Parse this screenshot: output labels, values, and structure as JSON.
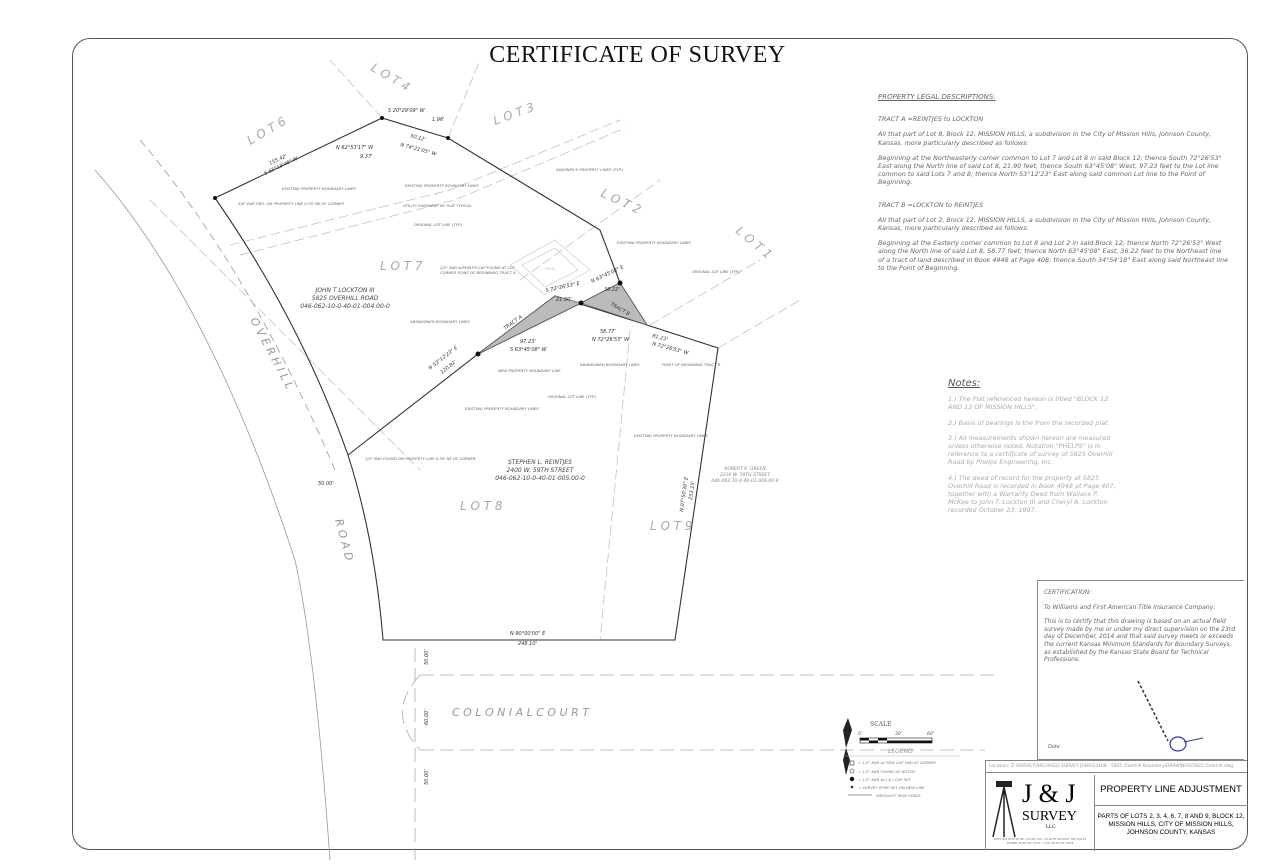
{
  "title": "CERTIFICATE OF SURVEY",
  "legal": {
    "heading": "PROPERTY LEGAL DESCRIPTIONS:",
    "tract_a_title": "TRACT A =REINTJES to LOCKTON",
    "tract_a_p1": "All that part of Lot 8, Block 12, MISSION HILLS, a subdivision in the City of Mission Hills, Johnson County, Kansas, more particularly described as follows:",
    "tract_a_p2": "Beginning at the Northeasterly corner common to Lot 7 and Lot 8 in said Block 12; thence South 72°26'53\" East along the North line of said Lot 8, 21.90 feet; thence South 63°45'08\" West, 97.23 feet to the Lot line common to said Lots 7 and 8; thence North 53°12'23\" East along said common Lot line to the Point of Beginning.",
    "tract_b_title": "TRACT B =LOCKTON to REINTJES",
    "tract_b_p1": "All that part of Lot 2, Block 12, MISSION HILLS, a subdivision in the City of Mission Hills, Johnson County, Kansas, more particularly described as follows:",
    "tract_b_p2": "Beginning at the Easterly corner common to Lot 8 and Lot 2 in said Block 12; thence North 72°26'53\" West along the North line of said Lot 8, 58.77 feet; thence North 63°45'08\" East, 36.22 feet to the Northeast line of a tract of land described in Book 4948 at Page 408; thence South 34°54'18\" East along said Northeast line to the Point of Beginning."
  },
  "notes": {
    "heading": "Notes:",
    "items": [
      "1.) The Plat referenced hereon is titled \"BLOCK 12 AND 13 OF MISSION HILLS\".",
      "2.) Basis of bearings is the from the recorded plat.",
      "3.) All measurements shown hereon are measured unless otherwise noted. Notation \"PHELPS\" is in reference to a certificate of survey of 5825 Overhill Road by Phelps Engineering, Inc.",
      "4.) The deed of record for the property at 5825 Overhill Road is recorded in Book 4948 at Page 407, together with a Warranty Deed from Wallace P. McKee to John T. Lockton III and Cheryl A. Lockton recorded October 23, 1997."
    ]
  },
  "certification": {
    "heading": "CERTIFICATION:",
    "to": "To                 Williams and First American Title Insurance Company:",
    "body": "This is to certify that this drawing is based on an actual field survey made by me or under my direct supervision on the 23rd day of December, 2014 and that said survey meets or exceeds the current Kansas Minimum Standards for Boundary Surveys, as established by the Kansas State Board for Technical Professions.",
    "date_label": "Date"
  },
  "title_block": {
    "location": "Location: Z:\\SURVEY\\ARCHIVED SURVEY JOBS\\14108 - 5825 Overhill Boundary\\DRAWINGS\\5825 Overhill.dwg",
    "logo_main": "J & J",
    "logo_sub": "SURVEY",
    "logo_llc": "LLC",
    "logo_address": "5505 NW PLATTE RD, SUITE 100 • PLATTE WOODS, MO 64151 PHONE (816)741-3337 • FAX (816)741-3338",
    "project_title": "PROPERTY LINE ADJUSTMENT",
    "project_sub": "PARTS OF LOTS 2, 3, 4, 6, 7, 8 AND 9, BLOCK 12, MISSION HILLS, CITY OF MISSION HILLS, JOHNSON COUNTY, KANSAS"
  },
  "scale": {
    "label": "SCALE",
    "ticks": [
      "0'",
      "30'",
      "60'"
    ]
  },
  "legend": {
    "heading": "LEGEND",
    "items": [
      "= 1/2\" BAR w/ SKW CAP FND AT CORNER",
      "= 1/2\" BAR FOUND AS NOTED",
      "= 1/2\" BAR w/ J & J CAP SET",
      "= SURVEY SPIKE SET ON NEW LINE",
      "WROUGHT IRON FENCE"
    ]
  },
  "plat": {
    "lots": [
      "L O T  7",
      "L O T  8",
      "L O T  9",
      "L O T  6",
      "L O T  3",
      "L O T  2",
      "L O T  1",
      "L O T  4"
    ],
    "streets": [
      "O V E R H I L L",
      "R O A D",
      "C O L O N I A L   C O U R T"
    ],
    "owner_lot7": [
      "JOHN T LOCKTON III",
      "5825 OVERHILL ROAD",
      "046-062-10-0-40-01-004.00-0"
    ],
    "owner_lot8": [
      "STEPHEN L. REINTJES",
      "2400 W. 59TH STREET",
      "046-062-10-0-40-01-005.00-0"
    ],
    "owner_lot9": [
      "ROBERT K. GREEN",
      "2316 W. 59TH STREET",
      "046-062-10-0-40-01-006.00-0"
    ],
    "bearings": {
      "b1": "S 20°29'09\" W",
      "b1d": "1.96'",
      "b2": "50.12'",
      "b2b": "N 74°21'05\" W",
      "b3": "155.42'",
      "b3b": "S 65°18'46\" W",
      "b4": "N 62°53'17\" W",
      "b4d": "9.37'",
      "b5": "81.23'",
      "b5b": "N 72°26'53\" W",
      "b6": "N 90°00'00\" E",
      "b6d": "248.10'",
      "b7": "N 07°50'30\" E",
      "b7d": "253.15'",
      "b8": "N 53°12'23\" E",
      "b8d": "120.81'",
      "b9": "S 72°26'53\" E",
      "b9d": "21.90'",
      "b10": "N 63°45'08\" E",
      "b10d": "36.22'",
      "b11": "S 63°45'08\" W",
      "b11d": "97.23'",
      "b12": "58.77'",
      "b12b": "N 72°26'53\" W",
      "dim1": "50.00'",
      "dim2": "50.00'",
      "dim3": "60.00'",
      "dim4": "50.00'"
    },
    "tracts": [
      "TRACT A",
      "TRACT B"
    ],
    "callouts": {
      "existing": "EXISTING PROPERTY BOUNDARY LINES",
      "original": "ORIGINAL LOT LINE (TYP.)",
      "abandoned": "ABANDONED BOUNDARY LINES",
      "new_line": "NEW PROPERTY BOUNDARY LINE",
      "pob_a": "1/2\" BAR w/PHELPS CAP FOUND AT LOT CORNER POINT OF BEGINNING TRACT A",
      "pob_b": "POINT OF BEGINNING TRACT B",
      "bar_found": "1/2\" BAR FOUND ON PROPERTY LINE 0.28' NE OF CORNER",
      "bar_58": "5/8\" BAR FND. ON PROPERTY LINE 0.78' NE OF CORNER",
      "utility": "UTILITY EASEMENT BY PLAT TYPICAL",
      "adjoiner": "ADJOINER'S PROPERTY LINES (TYP.)",
      "pool": "POOL"
    }
  }
}
